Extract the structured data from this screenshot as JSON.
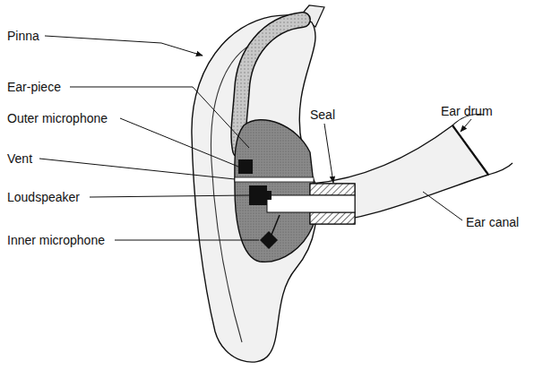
{
  "diagram": {
    "labels": [
      "Pinna",
      "Ear-piece",
      "Outer microphone",
      "Vent",
      "Loudspeaker",
      "Inner microphone",
      "Seal",
      "Ear drum",
      "Ear canal"
    ]
  }
}
